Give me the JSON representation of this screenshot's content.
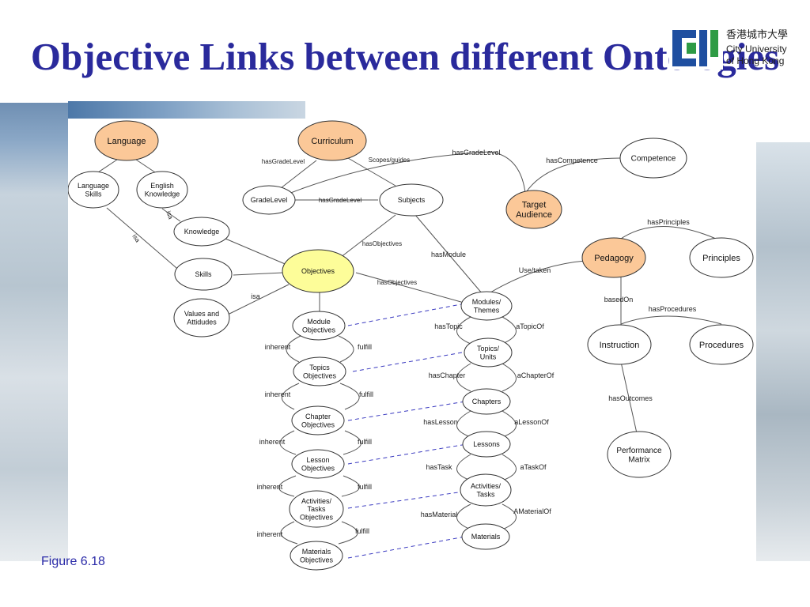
{
  "slide": {
    "title": "Objective Links between different Ontologies",
    "figure_label": "Figure 6.18"
  },
  "logo": {
    "chinese_name": "香港城市大學",
    "english_line1": "City University",
    "english_line2": "of Hong Kong"
  },
  "colors": {
    "title": "#2a2a9c",
    "ontology_node": "#fbc898",
    "objectives_node": "#fdfd99",
    "logo_blue": "#1f4fa0",
    "logo_green": "#2e9b45",
    "dashed_link": "#3a3ac0"
  },
  "diagram": {
    "nodes": [
      {
        "id": "language",
        "lines": [
          "Language"
        ]
      },
      {
        "id": "curriculum",
        "lines": [
          "Curriculum"
        ]
      },
      {
        "id": "language_skills",
        "lines": [
          "Language",
          "Skills"
        ]
      },
      {
        "id": "english_knowledge",
        "lines": [
          "English",
          "Knowledge"
        ]
      },
      {
        "id": "gradelevel",
        "lines": [
          "GradeLevel"
        ]
      },
      {
        "id": "subjects",
        "lines": [
          "Subjects"
        ]
      },
      {
        "id": "target_audience",
        "lines": [
          "Target",
          "Audience"
        ]
      },
      {
        "id": "competence",
        "lines": [
          "Competence"
        ]
      },
      {
        "id": "knowledge",
        "lines": [
          "Knowledge"
        ]
      },
      {
        "id": "skills",
        "lines": [
          "Skills"
        ]
      },
      {
        "id": "values_attitudes",
        "lines": [
          "Values and",
          "Attidudes"
        ]
      },
      {
        "id": "objectives",
        "lines": [
          "Objectives"
        ]
      },
      {
        "id": "pedagogy",
        "lines": [
          "Pedagogy"
        ]
      },
      {
        "id": "principles",
        "lines": [
          "Principles"
        ]
      },
      {
        "id": "instruction",
        "lines": [
          "Instruction"
        ]
      },
      {
        "id": "procedures",
        "lines": [
          "Procedures"
        ]
      },
      {
        "id": "performance_matrix",
        "lines": [
          "Performance",
          "Matrix"
        ]
      },
      {
        "id": "module_objectives",
        "lines": [
          "Module",
          "Objectives"
        ]
      },
      {
        "id": "topics_objectives",
        "lines": [
          "Topics",
          "Objectives"
        ]
      },
      {
        "id": "chapter_objectives",
        "lines": [
          "Chapter",
          "Objectives"
        ]
      },
      {
        "id": "lesson_objectives",
        "lines": [
          "Lesson",
          "Objectives"
        ]
      },
      {
        "id": "activities_objectives",
        "lines": [
          "Activities/",
          "Tasks",
          "Objectives"
        ]
      },
      {
        "id": "materials_objectives",
        "lines": [
          "Materials",
          "Objectives"
        ]
      },
      {
        "id": "modules_themes",
        "lines": [
          "Modules/",
          "Themes"
        ]
      },
      {
        "id": "topics_units",
        "lines": [
          "Topics/",
          "Units"
        ]
      },
      {
        "id": "chapters",
        "lines": [
          "Chapters"
        ]
      },
      {
        "id": "lessons",
        "lines": [
          "Lessons"
        ]
      },
      {
        "id": "activities_tasks",
        "lines": [
          "Activities/",
          "Tasks"
        ]
      },
      {
        "id": "materials",
        "lines": [
          "Materials"
        ]
      }
    ],
    "edge_labels": [
      {
        "id": "isa_ek_knowledge",
        "text": "isa"
      },
      {
        "id": "isa_ls_skills",
        "text": "isa"
      },
      {
        "id": "isa_values_objectives",
        "text": "isa"
      },
      {
        "id": "hasgradelevel_cur",
        "text": "hasGradeLevel"
      },
      {
        "id": "scopes_guides",
        "text": "Scopes/guides"
      },
      {
        "id": "hasgradelevel_top",
        "text": "hasGradeLevel"
      },
      {
        "id": "hasgradelevel_mid",
        "text": "hasGradeLevel"
      },
      {
        "id": "hascompetence",
        "text": "hasCompetence"
      },
      {
        "id": "hasobjectives_subj",
        "text": "hasObjectives"
      },
      {
        "id": "hasmodule",
        "text": "hasModule"
      },
      {
        "id": "hasobjectives_mod",
        "text": "hasObjectives"
      },
      {
        "id": "hasprinciples",
        "text": "hasPrinciples"
      },
      {
        "id": "use_taken",
        "text": "Use/taken"
      },
      {
        "id": "basedon",
        "text": "basedOn"
      },
      {
        "id": "hasprocedures",
        "text": "hasProcedures"
      },
      {
        "id": "hasoutcomes",
        "text": "hasOutcomes"
      },
      {
        "id": "hastopic",
        "text": "hasTopic"
      },
      {
        "id": "atopicof",
        "text": "aTopicOf"
      },
      {
        "id": "haschapter",
        "text": "hasChapter"
      },
      {
        "id": "achapterof",
        "text": "aChapterOf"
      },
      {
        "id": "haslesson",
        "text": "hasLesson"
      },
      {
        "id": "alessonof",
        "text": "aLessonOf"
      },
      {
        "id": "hastask",
        "text": "hasTask"
      },
      {
        "id": "ataskof",
        "text": "aTaskOf"
      },
      {
        "id": "hasmaterial",
        "text": "hasMaterial"
      },
      {
        "id": "amaterialof",
        "text": "AMaterialOf"
      },
      {
        "id": "inherent_1",
        "text": "inherent"
      },
      {
        "id": "fulfill_1",
        "text": "fulfill"
      },
      {
        "id": "inherent_2",
        "text": "inherent"
      },
      {
        "id": "fulfill_2",
        "text": "fulfill"
      },
      {
        "id": "inherent_3",
        "text": "inherent"
      },
      {
        "id": "fulfill_3",
        "text": "fulfill"
      },
      {
        "id": "inherent_4",
        "text": "inherent"
      },
      {
        "id": "fulfill_4",
        "text": "fulfill"
      },
      {
        "id": "inherent_5",
        "text": "inherent"
      },
      {
        "id": "fulfill_5",
        "text": "fulfill"
      }
    ]
  }
}
